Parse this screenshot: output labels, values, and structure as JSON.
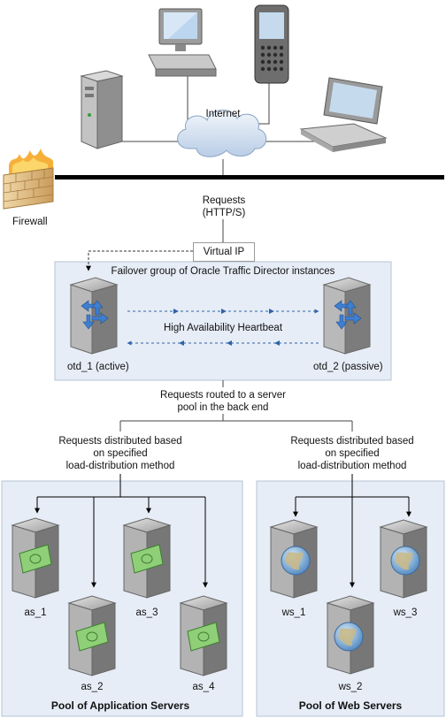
{
  "labels": {
    "internet": "Internet",
    "firewall": "Firewall",
    "requests": "Requests",
    "protocol": "(HTTP/S)",
    "virtual_ip": "Virtual IP",
    "failover_group": "Failover group of Oracle Traffic Director instances",
    "heartbeat": "High Availability Heartbeat",
    "otd_1": "otd_1 (active)",
    "otd_2": "otd_2 (passive)",
    "routed_line1": "Requests routed to a server",
    "routed_line2": "pool in the back end",
    "dist_line1": "Requests distributed based",
    "dist_line2": "on specified",
    "dist_line3": "load-distribution method",
    "as_1": "as_1",
    "as_2": "as_2",
    "as_3": "as_3",
    "as_4": "as_4",
    "ws_1": "ws_1",
    "ws_2": "ws_2",
    "ws_3": "ws_3",
    "app_pool": "Pool of Application Servers",
    "web_pool": "Pool of Web Servers"
  },
  "colors": {
    "panel_fill": "#e8eef6",
    "panel_border": "#b9c6d6",
    "server_body": "#9a9a9a",
    "money_green": "#7fbf6a",
    "globe_blue": "#6f9fcf",
    "arrow_blue": "#2f62a8"
  }
}
